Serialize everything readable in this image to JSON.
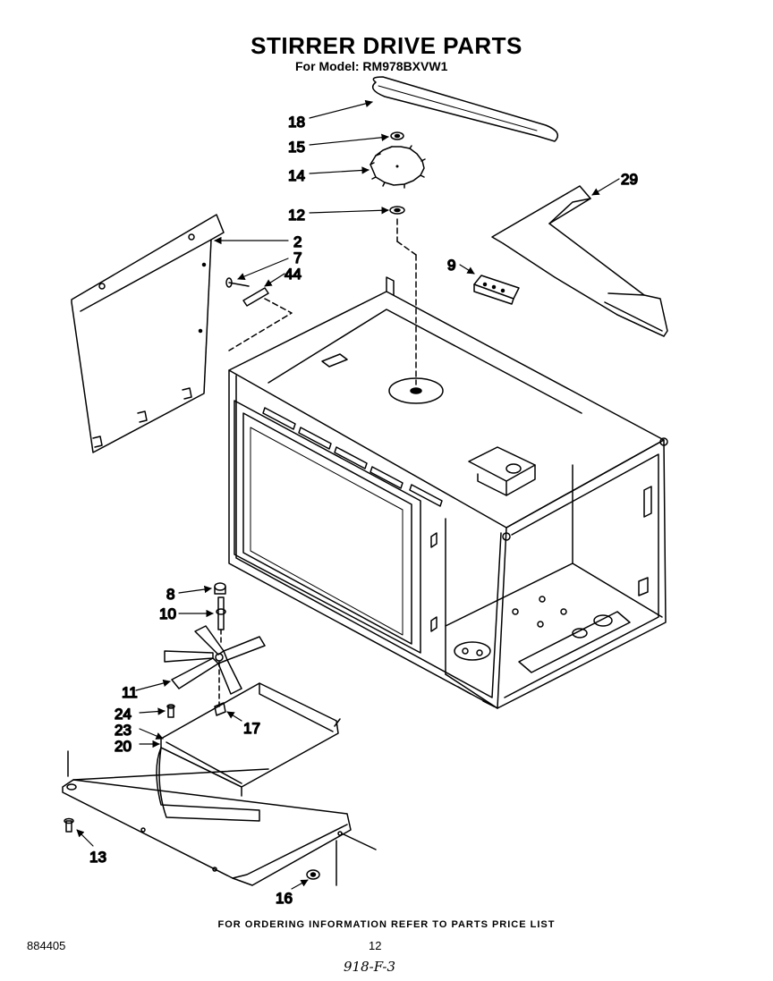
{
  "title": "STIRRER DRIVE PARTS",
  "subtitle": "For Model: RM978BXVW1",
  "footer_note": "FOR ORDERING INFORMATION REFER TO PARTS PRICE LIST",
  "document_number": "884405",
  "page_number": "12",
  "handwritten_ref": "918-F-3",
  "callouts": [
    {
      "id": "c18",
      "label": "18"
    },
    {
      "id": "c15",
      "label": "15"
    },
    {
      "id": "c14",
      "label": "14"
    },
    {
      "id": "c12",
      "label": "12"
    },
    {
      "id": "c29",
      "label": "29"
    },
    {
      "id": "c2",
      "label": "2"
    },
    {
      "id": "c7",
      "label": "7"
    },
    {
      "id": "c44",
      "label": "44"
    },
    {
      "id": "c9",
      "label": "9"
    },
    {
      "id": "c8",
      "label": "8"
    },
    {
      "id": "c10",
      "label": "10"
    },
    {
      "id": "c11",
      "label": "11"
    },
    {
      "id": "c24",
      "label": "24"
    },
    {
      "id": "c23",
      "label": "23"
    },
    {
      "id": "c20",
      "label": "20"
    },
    {
      "id": "c17",
      "label": "17"
    },
    {
      "id": "c13",
      "label": "13"
    },
    {
      "id": "c16",
      "label": "16"
    }
  ]
}
